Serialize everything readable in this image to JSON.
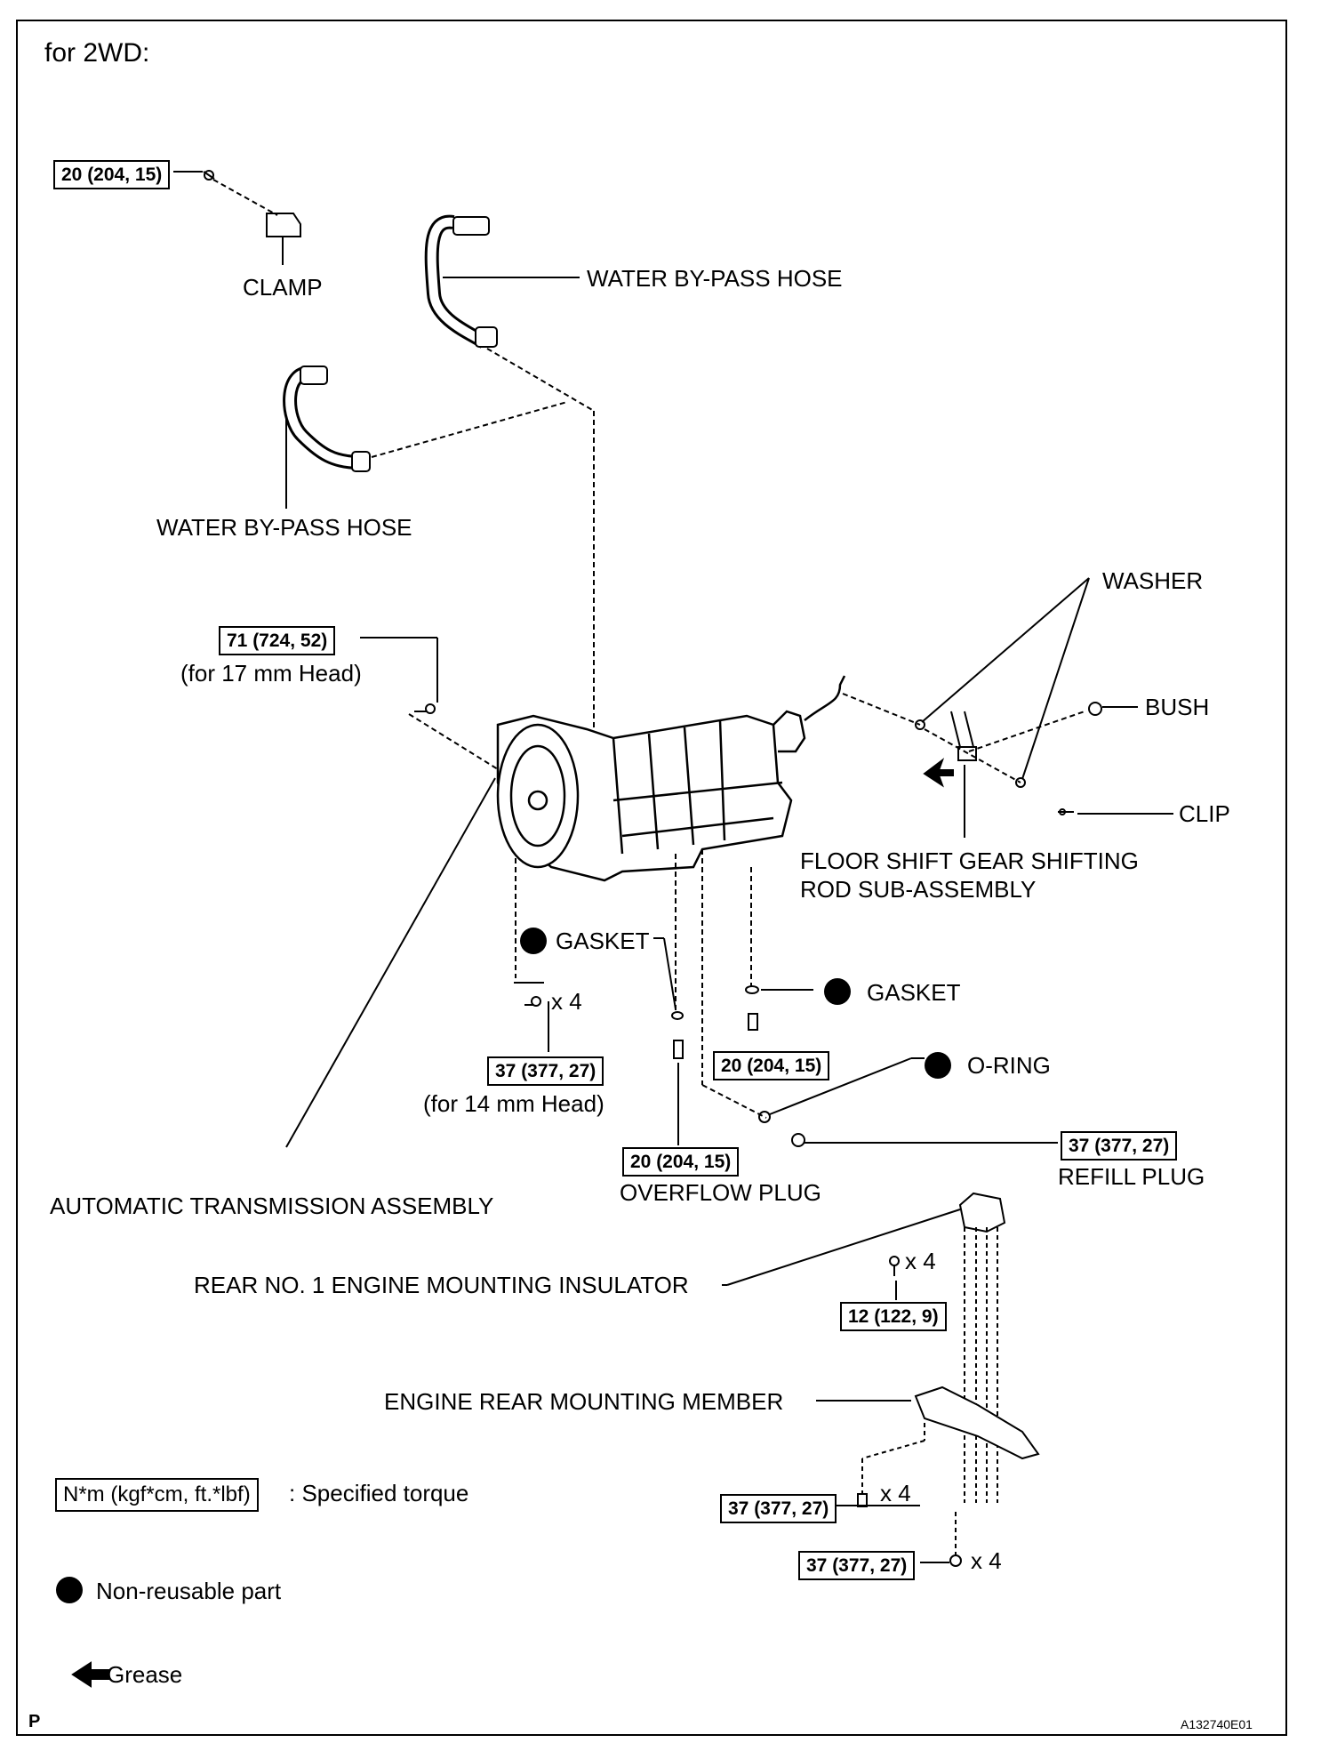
{
  "header": {
    "title": "for 2WD:"
  },
  "labels": {
    "clamp": "CLAMP",
    "water_hose_upper": "WATER BY-PASS HOSE",
    "water_hose_lower": "WATER BY-PASS HOSE",
    "washer": "WASHER",
    "bush": "BUSH",
    "clip": "CLIP",
    "floor_shift_1": "FLOOR SHIFT GEAR SHIFTING",
    "floor_shift_2": "ROD SUB-ASSEMBLY",
    "head17": "(for 17 mm Head)",
    "gasket_left": "GASKET",
    "gasket_right": "GASKET",
    "x4_a": "x 4",
    "head14": "(for 14 mm Head)",
    "o_ring": "O-RING",
    "overflow_plug": "OVERFLOW PLUG",
    "refill_plug": "REFILL PLUG",
    "at_assembly": "AUTOMATIC TRANSMISSION ASSEMBLY",
    "rear_insulator": "REAR NO. 1 ENGINE MOUNTING INSULATOR",
    "x4_b": "x 4",
    "mount_member": "ENGINE REAR MOUNTING MEMBER",
    "x4_c": "x 4",
    "x4_d": "x 4"
  },
  "torques": {
    "clamp_bolt": "20 (204, 15)",
    "head17": "71 (724, 52)",
    "head14": "37 (377, 27)",
    "pan_bolt": "20 (204, 15)",
    "overflow": "20 (204, 15)",
    "refill": "37 (377, 27)",
    "insulator": "12 (122, 9)",
    "member_a": "37 (377, 27)",
    "member_b": "37 (377, 27)"
  },
  "legend": {
    "torque_box": "N*m (kgf*cm, ft.*lbf)",
    "torque_desc": ": Specified torque",
    "non_reusable": "Non-reusable part",
    "grease": "Grease"
  },
  "footer": {
    "page_mark": "P",
    "figure_id": "A132740E01"
  }
}
